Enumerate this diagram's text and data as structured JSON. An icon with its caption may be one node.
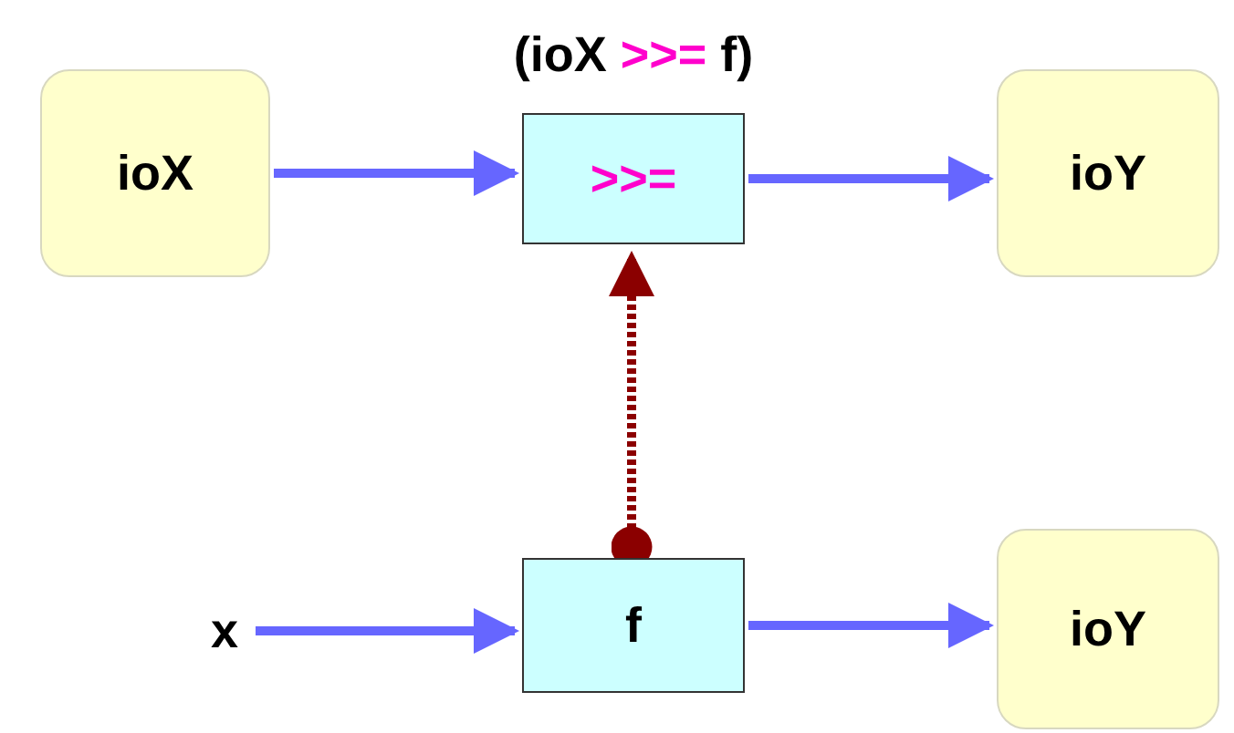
{
  "diagram": {
    "nodes": [
      {
        "text": [
          "ioX"
        ]
      },
      {
        "text": [
          "(ioX >>= f)",
          ">>="
        ]
      },
      {
        "text": [
          "ioY"
        ]
      },
      {
        "text": [
          "x"
        ]
      },
      {
        "text": [
          "f"
        ]
      },
      {
        "text": [
          "ioY"
        ]
      }
    ],
    "edges": [
      {
        "from": 0,
        "to": 1,
        "arrow": "to"
      },
      {
        "from": 1,
        "to": 2,
        "arrow": "to"
      },
      {
        "from": 3,
        "to": 4,
        "arrow": "to"
      },
      {
        "from": 4,
        "to": 5,
        "arrow": "to"
      },
      {
        "from": 4,
        "to": 1,
        "arrow": "to",
        "style": "dashed",
        "color": "#8b0000"
      }
    ]
  }
}
